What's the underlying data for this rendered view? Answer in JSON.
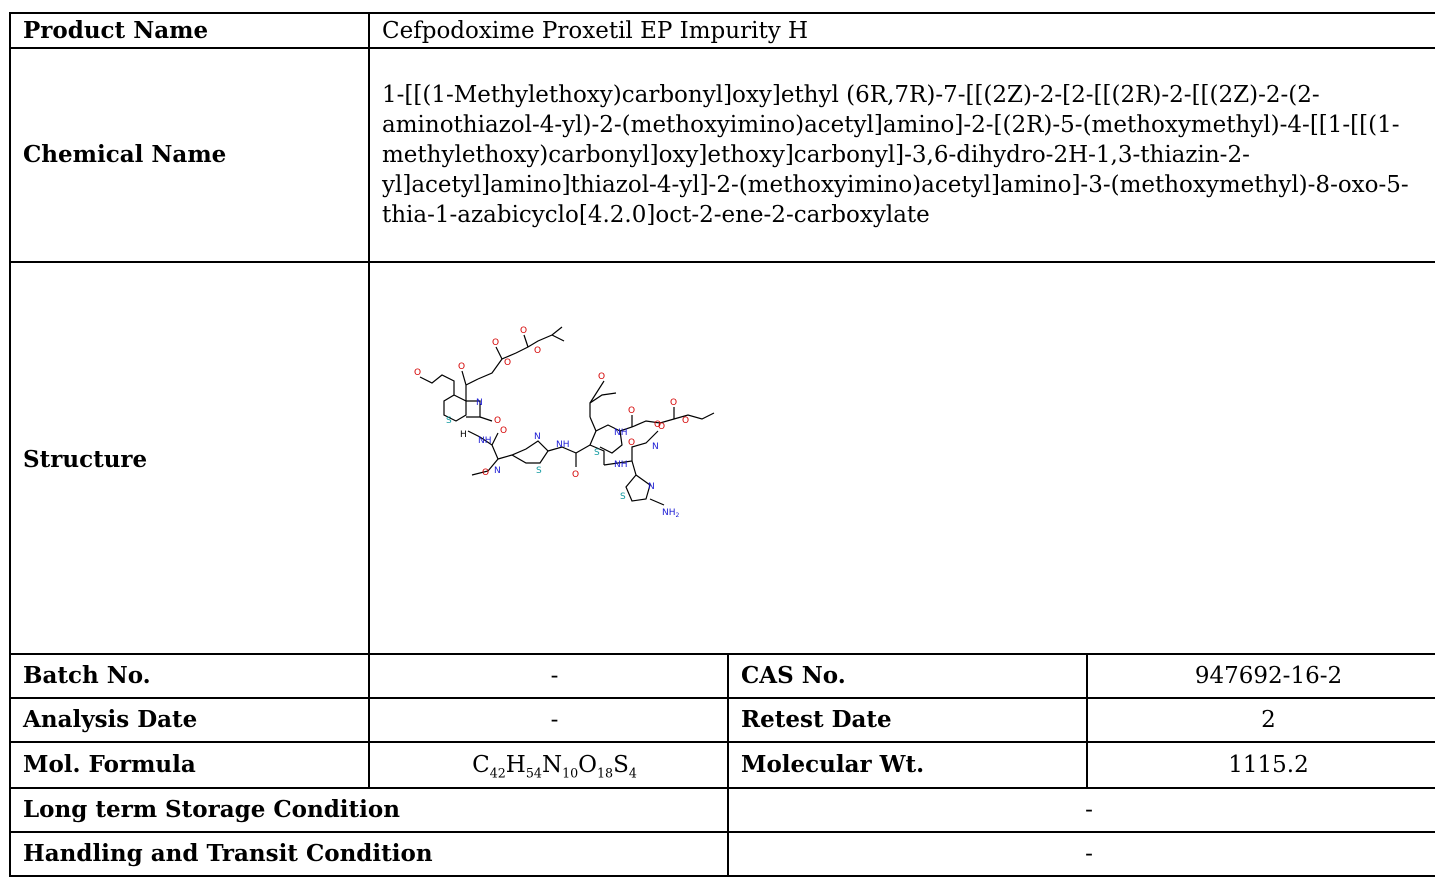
{
  "rows": {
    "product_name": {
      "label": "Product Name",
      "value": "Cefpodoxime Proxetil EP Impurity H"
    },
    "chemical_name": {
      "label": "Chemical Name",
      "value": "1-[[(1-Methylethoxy)carbonyl]oxy]ethyl (6R,7R)-7-[[(2Z)-2-[2-[[(2R)-2-[[(2Z)-2-(2-aminothiazol-4-yl)-2-(methoxyimino)acetyl]amino]-2-[(2R)-5-(methoxymethyl)-4-[[1-[[(1-methylethoxy)carbonyl]oxy]ethoxy]carbonyl]-3,6-dihydro-2H-1,3-thiazin-2-yl]acetyl]amino]thiazol-4-yl]-2-(methoxyimino)acetyl]amino]-3-(methoxymethyl)-8-oxo-5-thia-1-azabicyclo[4.2.0]oct-2-ene-2-carboxylate"
    },
    "structure": {
      "label": "Structure"
    },
    "batch_no": {
      "label": "Batch No.",
      "value": "-"
    },
    "cas_no": {
      "label": "CAS No.",
      "value": "947692-16-2"
    },
    "analysis_date": {
      "label": "Analysis Date",
      "value": "-"
    },
    "retest_date": {
      "label": "Retest Date",
      "value": "2"
    },
    "mol_formula": {
      "label": "Mol. Formula",
      "parts": {
        "c": "C",
        "c_n": "42",
        "h": "H",
        "h_n": "54",
        "n": "N",
        "n_n": "10",
        "o": "O",
        "o_n": "18",
        "s": "S",
        "s_n": "4"
      }
    },
    "molecular_wt": {
      "label": "Molecular Wt.",
      "value": "1115.2"
    },
    "long_term_storage": {
      "label": "Long term Storage Condition",
      "value": "-"
    },
    "handling_transit": {
      "label": "Handling and Transit Condition",
      "value": "-"
    }
  },
  "structure_atoms": {
    "o": "O",
    "n": "N",
    "s": "S",
    "h": "H",
    "nh": "NH",
    "nh2": "NH",
    "nh2_sub": "2"
  },
  "colors": {
    "oxygen": "#d40000",
    "nitrogen": "#1a1ad4",
    "sulfur": "#119aa0"
  }
}
